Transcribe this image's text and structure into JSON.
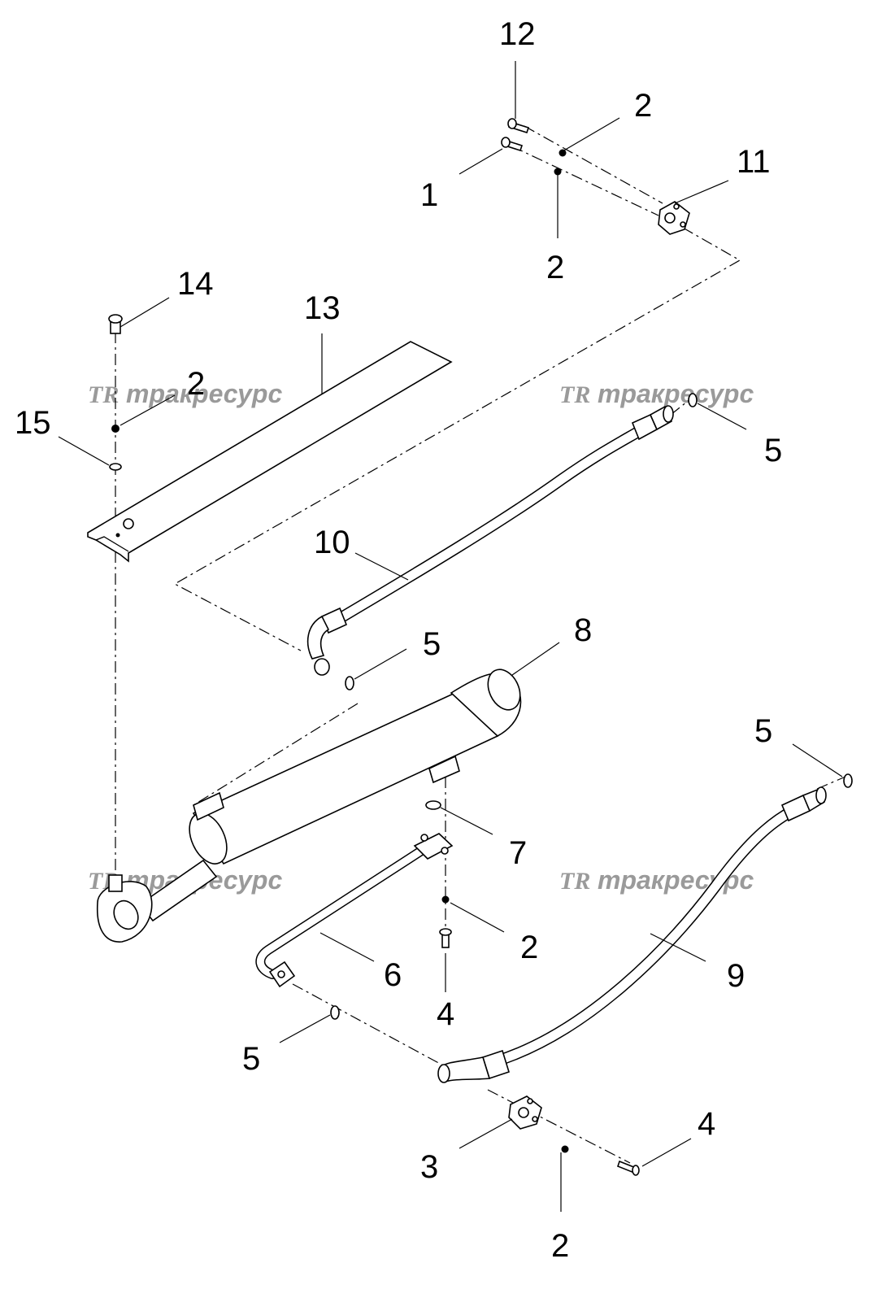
{
  "diagram": {
    "callouts": [
      "12",
      "2",
      "1",
      "11",
      "2",
      "14",
      "13",
      "2",
      "15",
      "5",
      "10",
      "5",
      "8",
      "5",
      "7",
      "2",
      "6",
      "9",
      "4",
      "5",
      "3",
      "4",
      "2"
    ]
  },
  "watermark": {
    "logo": "TR",
    "text": "тракресурс"
  }
}
